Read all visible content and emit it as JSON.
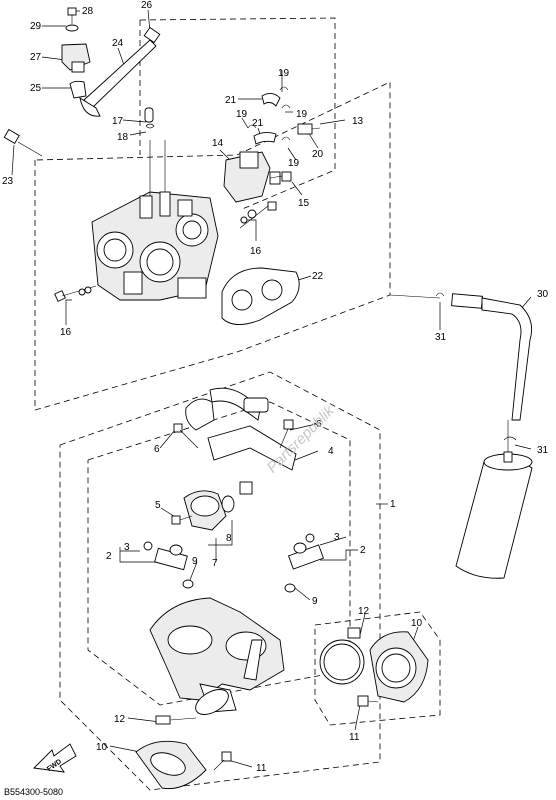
{
  "diagram": {
    "callouts": [
      "1",
      "2",
      "3",
      "4",
      "5",
      "6",
      "7",
      "8",
      "9",
      "10",
      "11",
      "12",
      "13",
      "14",
      "15",
      "16",
      "17",
      "18",
      "19",
      "20",
      "21",
      "22",
      "23",
      "24",
      "25",
      "26",
      "27",
      "28",
      "29",
      "30",
      "31"
    ],
    "diagram_code": "B554300-5080",
    "fwd_label": "FWD",
    "watermark": "Partsrepublik"
  }
}
